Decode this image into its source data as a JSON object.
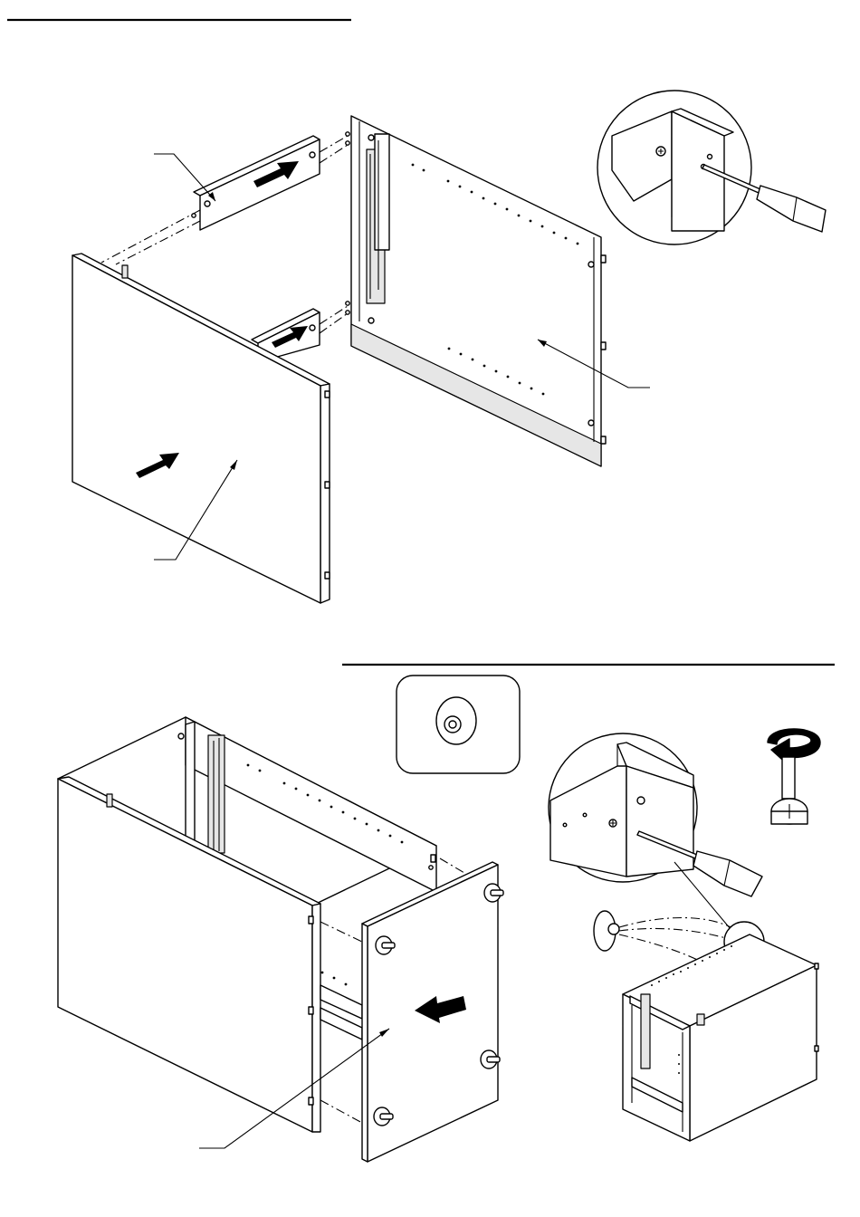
{
  "colors": {
    "ink": "#000000",
    "paper": "#ffffff",
    "shade": "#e6e6e6"
  },
  "step1": {
    "callouts": [
      "rail",
      "side-panel",
      "back-panel"
    ],
    "detail": "cam-screw-tightening",
    "direction_arrows": 3
  },
  "step2": {
    "callouts": [
      "end-panel"
    ],
    "details": [
      "cam-bolt-cap",
      "screwdriver-detail",
      "rotate-clockwise",
      "cam-position-detail"
    ],
    "direction_arrows": 1
  }
}
